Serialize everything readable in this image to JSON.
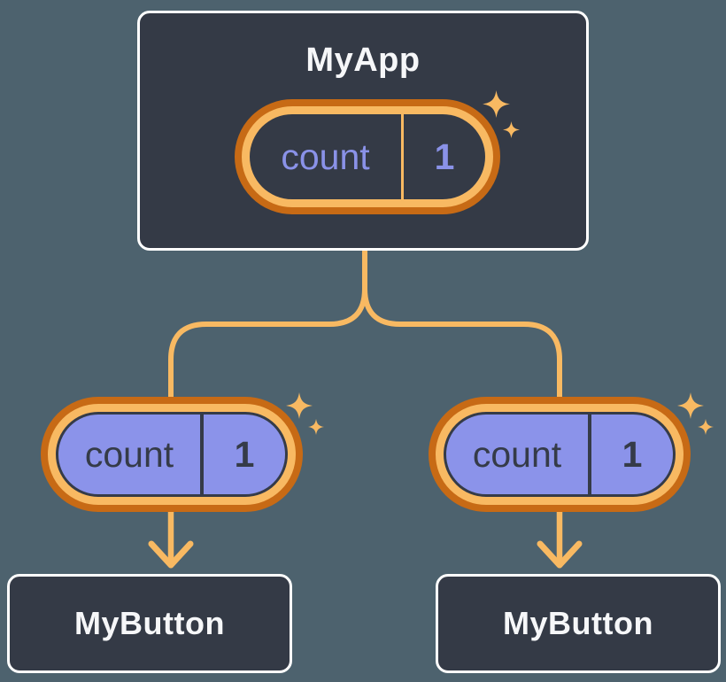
{
  "diagram": {
    "description": "Component tree with shared state passed down as props",
    "background_color": "#4D626E",
    "root": {
      "title": "MyApp",
      "state": {
        "label": "count",
        "value": "1"
      }
    },
    "children": [
      {
        "title": "MyButton",
        "state": {
          "label": "count",
          "value": "1"
        }
      },
      {
        "title": "MyButton",
        "state": {
          "label": "count",
          "value": "1"
        }
      }
    ],
    "colors": {
      "node_fill": "#343A46",
      "node_border": "#FFFFFF",
      "node_text": "#F6F7F9",
      "connector": "#F8B962",
      "pill_outer_ring": "#C76A15",
      "pill_inner_ring": "#F8B962",
      "pill_root_fill": "#343A46",
      "pill_root_text": "#8A92E8",
      "pill_child_fill": "#8B93EA",
      "pill_child_text": "#353B48"
    }
  }
}
